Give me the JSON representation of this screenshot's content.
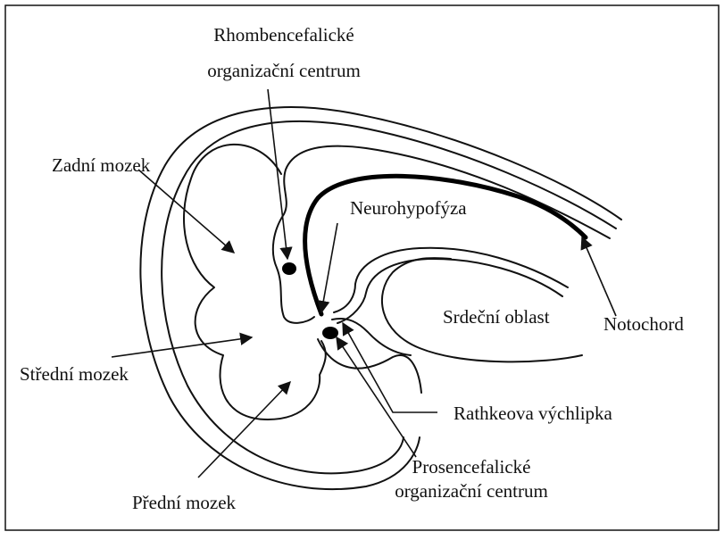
{
  "labels": {
    "rhomb_line1": "Rhombencefalické",
    "rhomb_line2": "organizační centrum",
    "zadni": "Zadní mozek",
    "neuro": "Neurohypofýza",
    "stredni": "Střední mozek",
    "srdecni": "Srdeční oblast",
    "notochord": "Notochord",
    "rathke": "Rathkeova výchlipka",
    "prosen_line1": "Prosencefalické",
    "prosen_line2": "organizační centrum",
    "predni": "Přední mozek"
  }
}
